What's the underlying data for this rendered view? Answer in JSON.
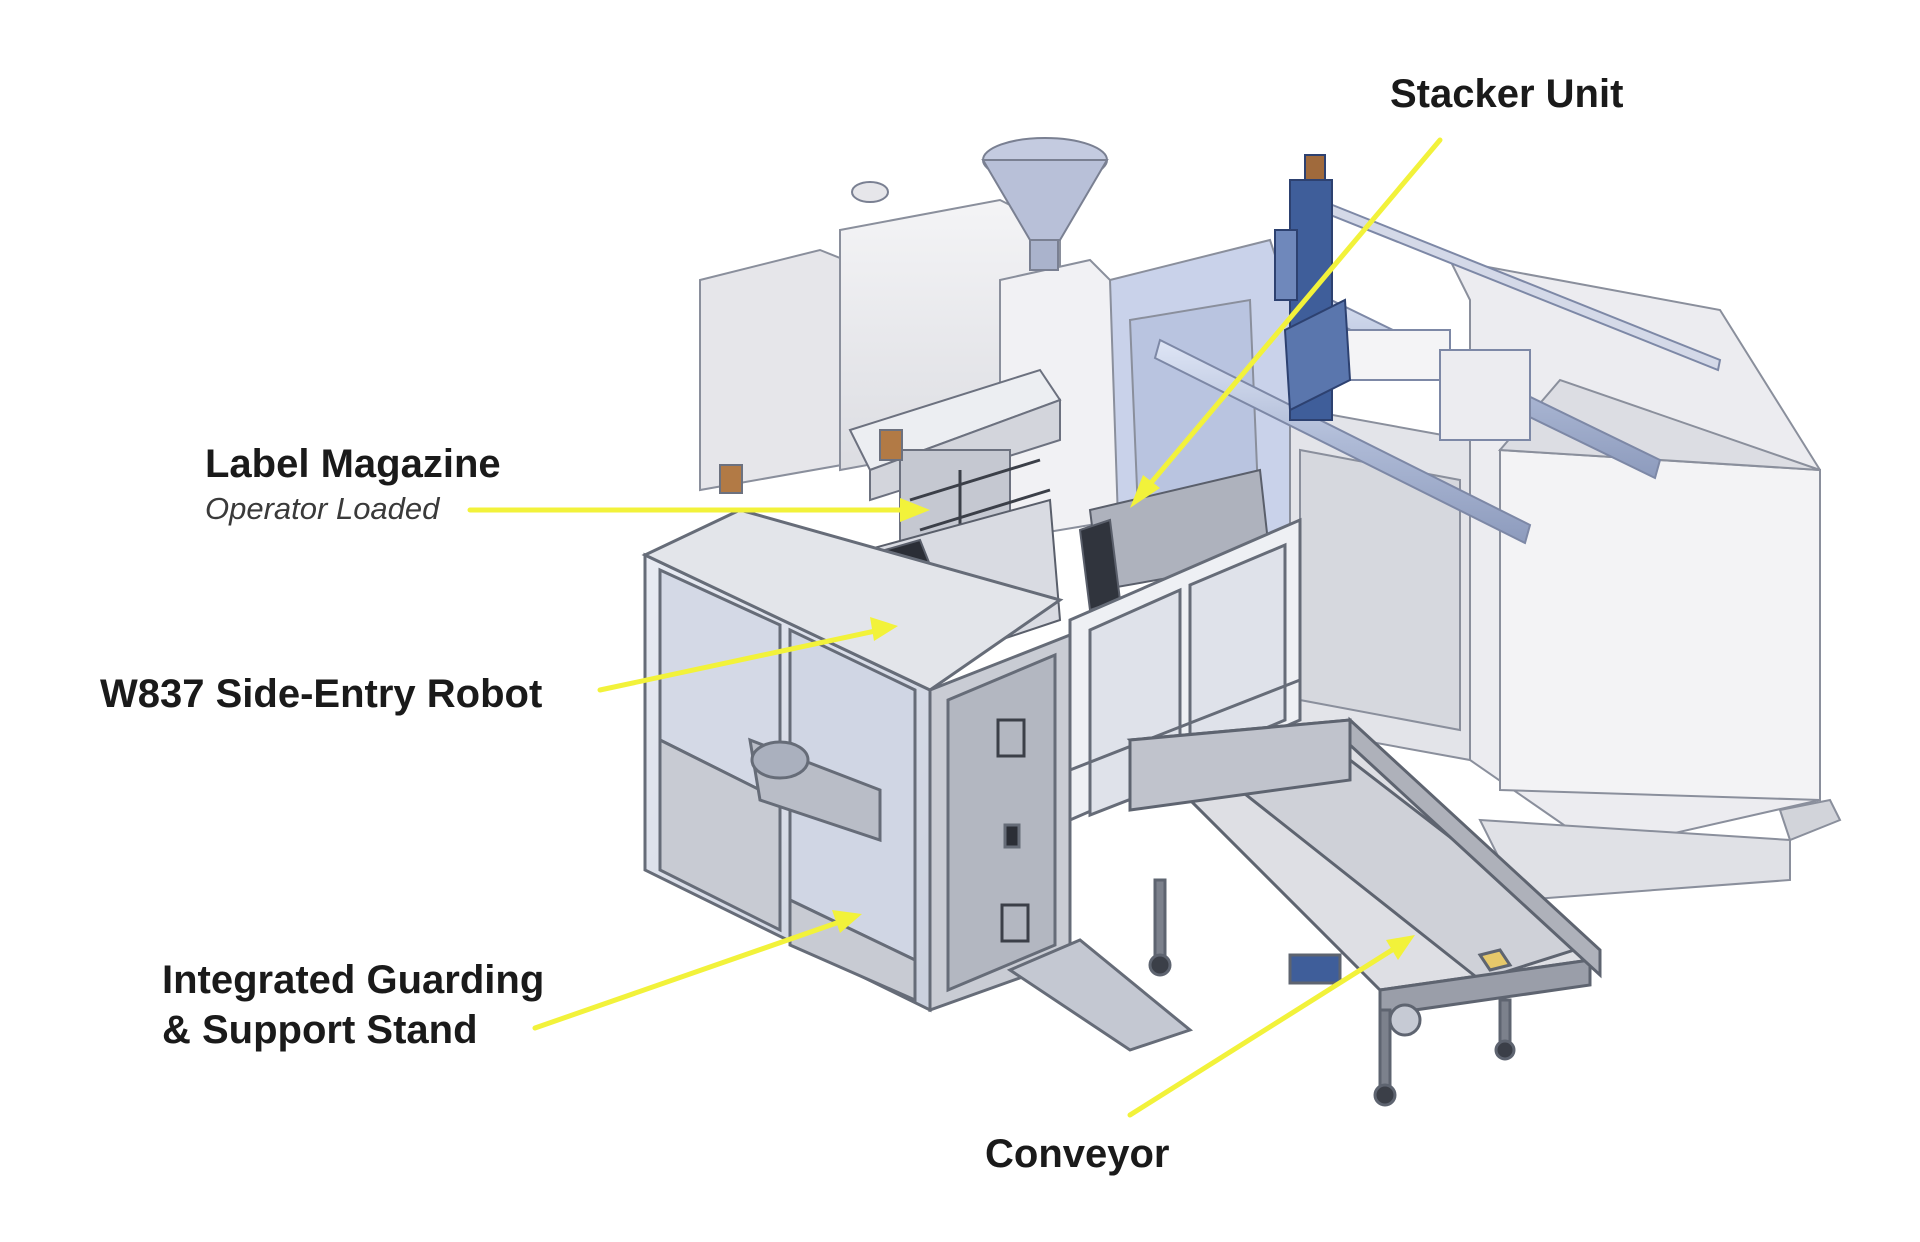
{
  "colors": {
    "callout_line": "#f2f23a",
    "frame": "#8a8f9c",
    "panel": "#e9eaee",
    "panel_dark": "#cfd2da",
    "glass": "#dfe3ee",
    "blue_parts": "#3f5e9a",
    "light_blue": "#c7d3ea",
    "label_text": "#1a1a1a"
  },
  "callouts": {
    "stacker_unit": "Stacker Unit",
    "label_magazine": "Label Magazine",
    "operator_loaded": "Operator Loaded",
    "side_entry_robot": "W837 Side-Entry Robot",
    "integrated_guarding_line1": "Integrated Guarding",
    "integrated_guarding_line2": "& Support Stand",
    "conveyor": "Conveyor"
  }
}
